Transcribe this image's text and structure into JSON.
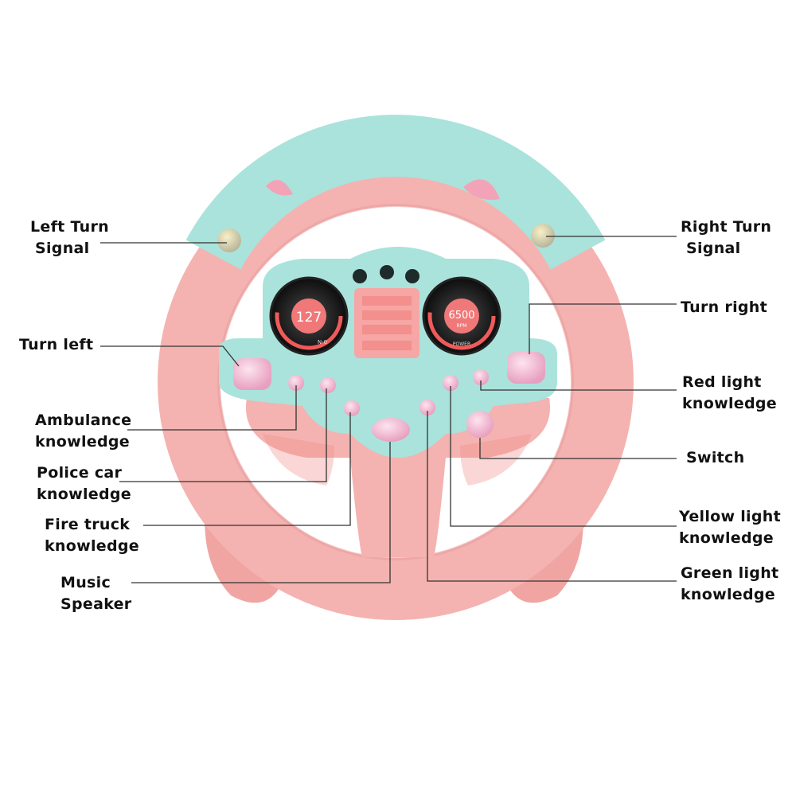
{
  "labels": {
    "left_turn_signal": [
      "Left Turn",
      "Signal"
    ],
    "turn_left": [
      "Turn left"
    ],
    "ambulance": [
      "Ambulance",
      "knowledge"
    ],
    "police_car": [
      "Police car",
      "knowledge"
    ],
    "fire_truck": [
      "Fire truck",
      "knowledge"
    ],
    "music": [
      "Music",
      "Speaker"
    ],
    "right_turn_signal": [
      "Right Turn",
      "Signal"
    ],
    "turn_right": [
      "Turn right"
    ],
    "red_light": [
      "Red light",
      "knowledge"
    ],
    "switch": [
      "Switch"
    ],
    "yellow_light": [
      "Yellow light",
      "knowledge"
    ],
    "green_light": [
      "Green light",
      "knowledge"
    ]
  },
  "dashboard": {
    "speed_value": "127",
    "speed_unit": "N-0",
    "rpm_value": "6500",
    "rpm_unit": "RPM",
    "power_text": "POWER"
  },
  "colors": {
    "pink": "#f4b3b0",
    "pink_dark": "#e89c9b",
    "mint": "#a9e3dc",
    "mint_dark": "#8fd4cb",
    "button_pink": "#f3b9d3",
    "screen_bg": "#f6a6a4"
  }
}
